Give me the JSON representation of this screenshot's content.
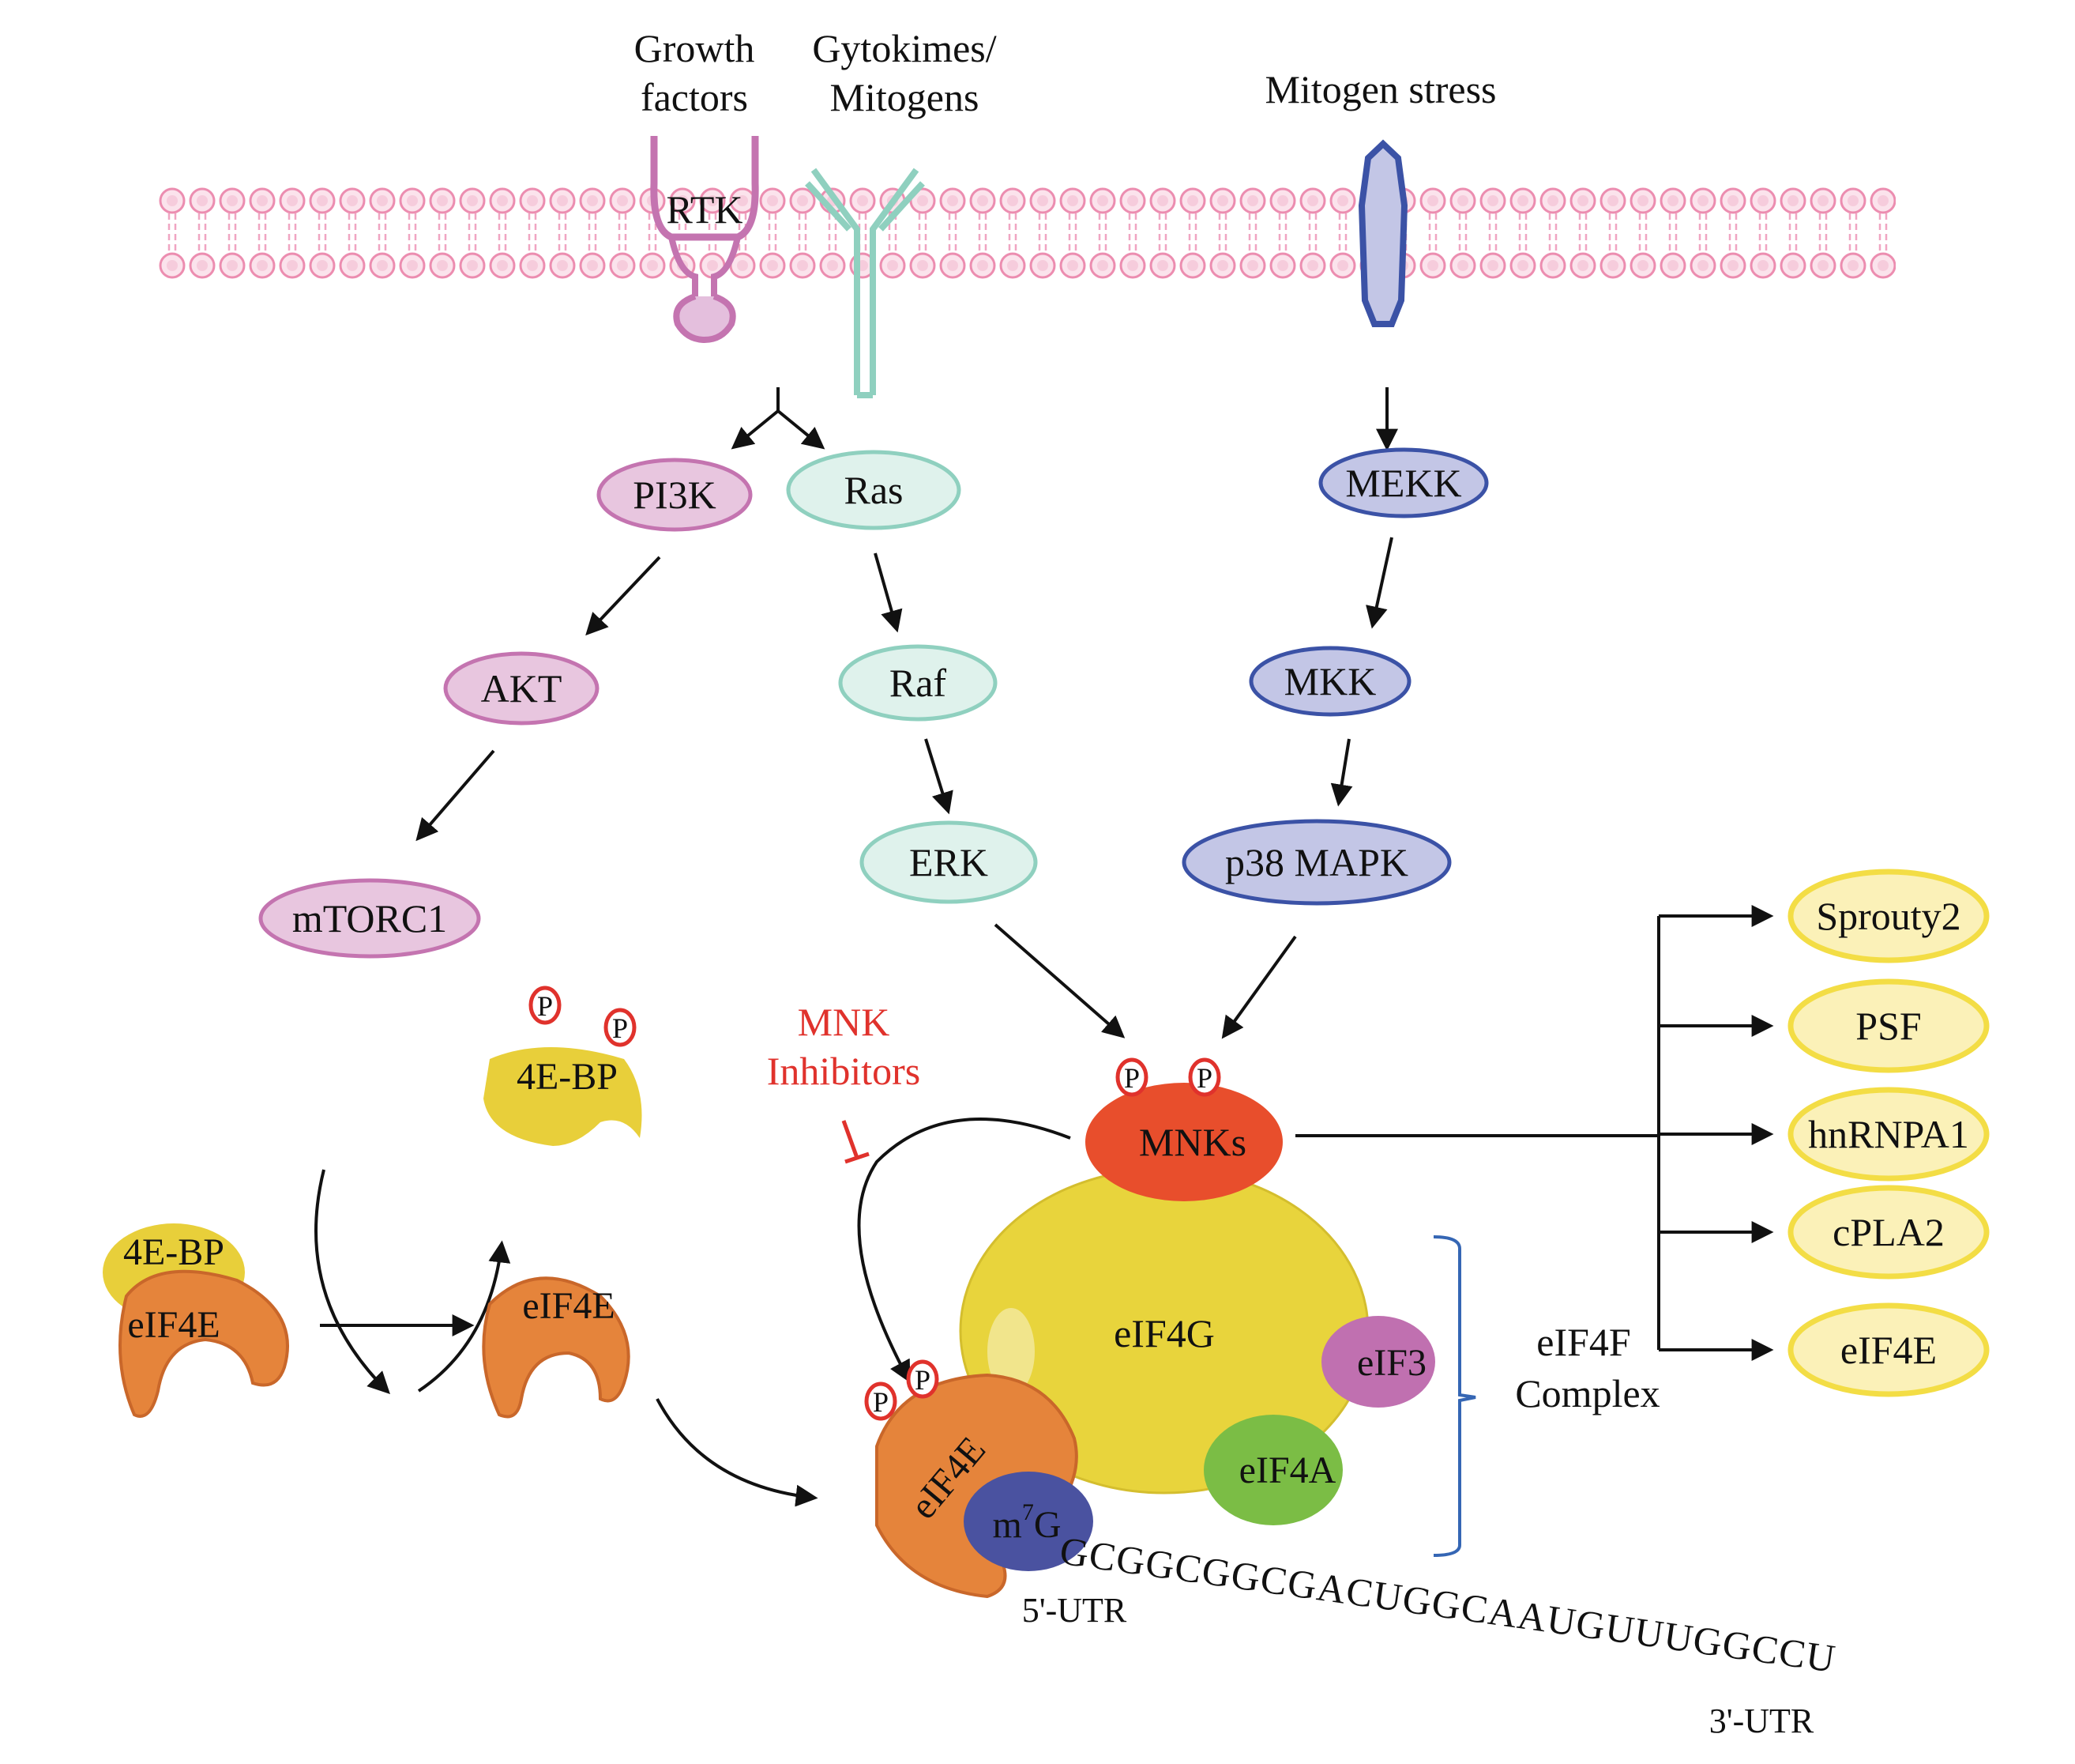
{
  "stimuli": {
    "growth_factors": [
      "Growth",
      "factors"
    ],
    "cytokines": [
      "Gytokimes/",
      "Mitogens"
    ],
    "mitogen_stress": "Mitogen stress"
  },
  "receptors": {
    "rtk": "RTK"
  },
  "nodes": {
    "pi3k": "PI3K",
    "ras": "Ras",
    "akt": "AKT",
    "raf": "Raf",
    "mtorc1": "mTORC1",
    "erk": "ERK",
    "mekk": "MEKK",
    "mkk": "MKK",
    "p38": "p38 MAPK",
    "mnks": "MNKs"
  },
  "phospho_label": "P",
  "left_complex": {
    "bp_bound": "4E-BP",
    "eif4e_bound": "eIF4E",
    "bp_free": "4E-BP",
    "eif4e_free": "eIF4E"
  },
  "inhibitor": [
    "MNK",
    "Inhibitors"
  ],
  "complex": {
    "eif4g": "eIF4G",
    "eif3": "eIF3",
    "eif4a": "eIF4A",
    "eif4e": "eIF4E",
    "m7g_base": "m",
    "m7g_sup": "7",
    "m7g_end": "G",
    "bracket_label": [
      "eIF4F",
      "Complex"
    ]
  },
  "mrna": {
    "sequence": "GCGGCGGCGACUGGCAAUGUUUGGCCU",
    "utr5": "5'-UTR",
    "utr3": "3'-UTR"
  },
  "targets": [
    "Sprouty2",
    "PSF",
    "hnRNPA1",
    "cPLA2",
    "eIF4E"
  ],
  "colors": {
    "pi3k_fill": "#e8c6df",
    "pi3k_stroke": "#c474b0",
    "ras_fill": "#dff2ec",
    "ras_stroke": "#8fd0bf",
    "mapk_fill": "#c3c6e6",
    "mapk_stroke": "#3b52a6",
    "target_fill": "#fbf1b8",
    "target_stroke": "#f3dd45",
    "inhibitor": "#e0322c",
    "membrane": "#ec8db0",
    "eif4g": "#e8d43c",
    "eif3": "#c070b0",
    "eif4a": "#7bbd45",
    "eif4e": "#e5843b",
    "m7g": "#4a52a0",
    "mnk": "#e84e2c",
    "bp": "#e8cf3a",
    "bracket": "#3566b4"
  }
}
